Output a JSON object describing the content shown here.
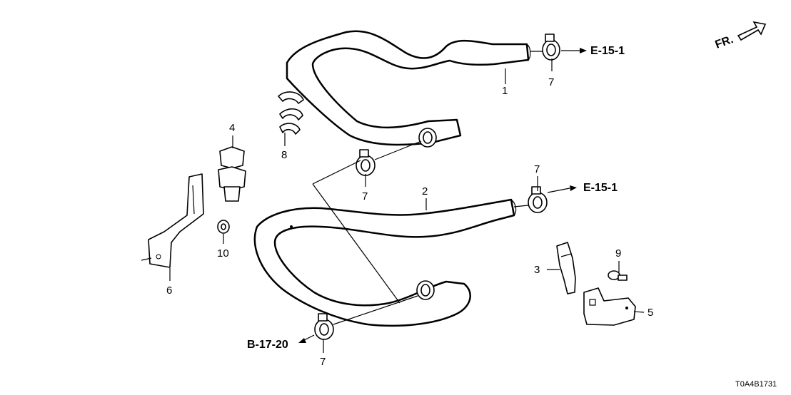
{
  "diagram": {
    "orientation_label": "FR.",
    "part_number_code": "T0A4B1731",
    "callouts": {
      "hose_upper": "1",
      "hose_lower": "2",
      "clip_small": "3",
      "clamp_holder": "4",
      "bracket_right": "5",
      "bracket_left": "6",
      "clamp_upper_right": "7",
      "clamp_upper_center": "7",
      "clamp_lower_right": "7",
      "clamp_bottom": "7",
      "clip_curved": "8",
      "bolt": "9",
      "nut": "10"
    },
    "references": {
      "upper_right": "E-15-1",
      "lower_right": "E-15-1",
      "bottom_left": "B-17-20"
    }
  }
}
